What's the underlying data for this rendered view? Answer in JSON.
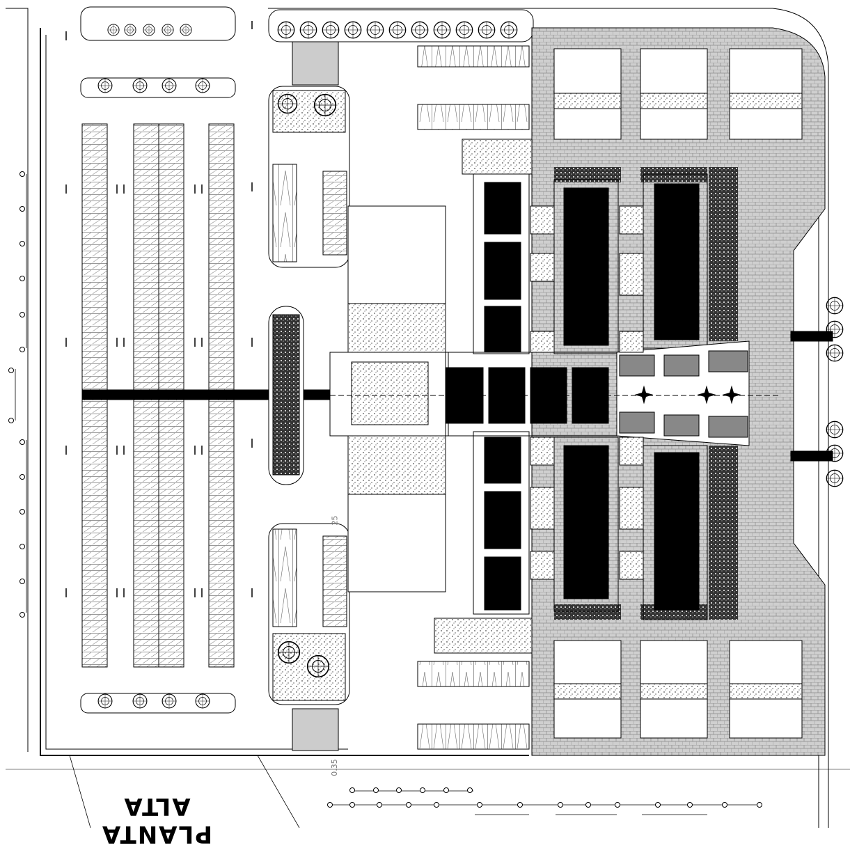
{
  "drawing": {
    "title": "PLANTA ALTA",
    "dimension_bottom": "0.35",
    "dimension_mid": "25"
  },
  "colors": {
    "line": "#000000",
    "paving": "#c8c8c8",
    "paving_dark": "#a8a8a8",
    "block": "#000000",
    "green": "#ffffff"
  },
  "symbols": {
    "north_arrow": "arrow-icon",
    "tree": "tree-icon",
    "palm": "palm-icon",
    "axis_bubble": "grid-bubble-icon"
  }
}
